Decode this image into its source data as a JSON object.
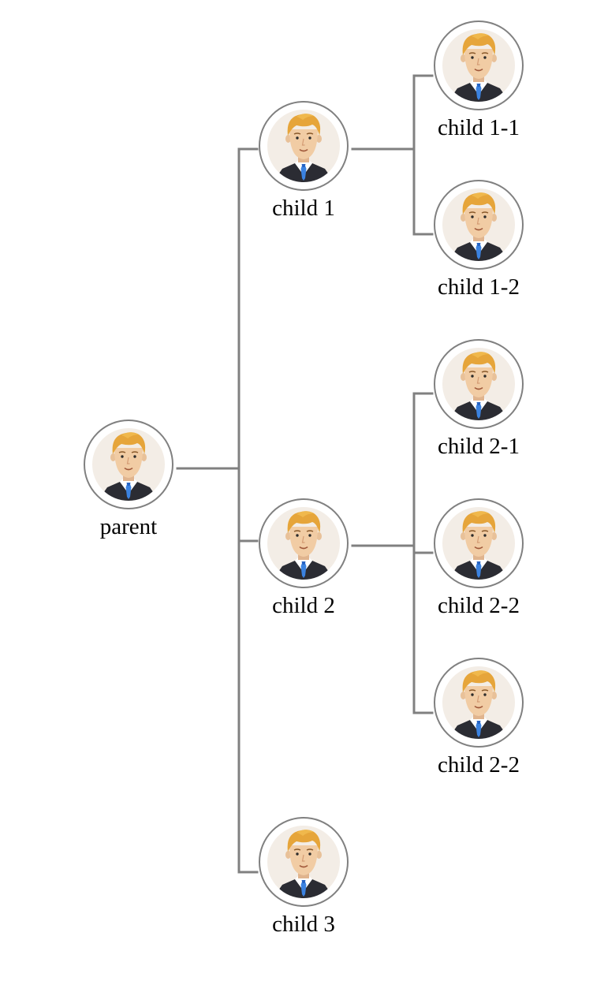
{
  "tree": {
    "connector_color": "#808080",
    "avatar_icon": "businessman-avatar-icon",
    "nodes": [
      {
        "id": "parent",
        "label": "parent"
      },
      {
        "id": "c1",
        "label": "child 1"
      },
      {
        "id": "c11",
        "label": "child 1-1"
      },
      {
        "id": "c12",
        "label": "child 1-2"
      },
      {
        "id": "c2",
        "label": "child 2"
      },
      {
        "id": "c21",
        "label": "child 2-1"
      },
      {
        "id": "c22",
        "label": "child 2-2"
      },
      {
        "id": "c23",
        "label": "child 2-2"
      },
      {
        "id": "c3",
        "label": "child 3"
      }
    ],
    "edges": [
      [
        "parent",
        "c1"
      ],
      [
        "parent",
        "c2"
      ],
      [
        "parent",
        "c3"
      ],
      [
        "c1",
        "c11"
      ],
      [
        "c1",
        "c12"
      ],
      [
        "c2",
        "c21"
      ],
      [
        "c2",
        "c22"
      ],
      [
        "c2",
        "c23"
      ]
    ]
  }
}
